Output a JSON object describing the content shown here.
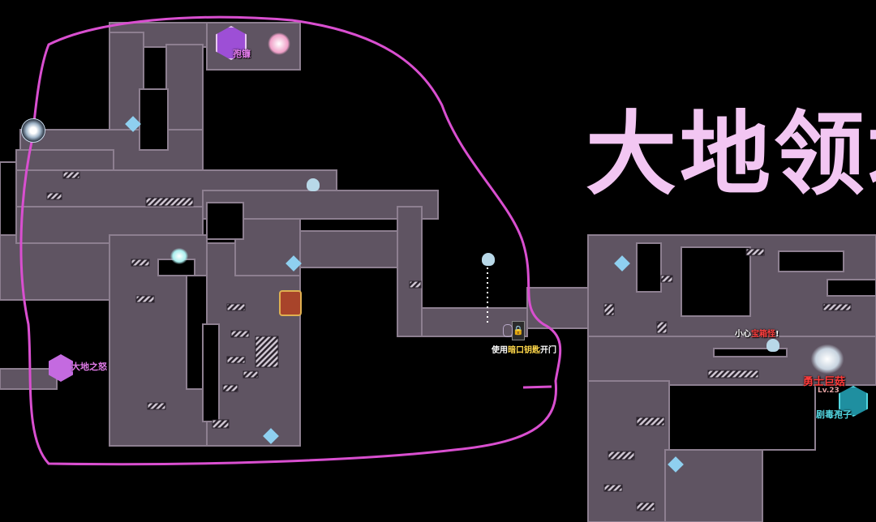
{
  "region_title": "大地领域",
  "labels": {
    "spore_scythe": "孢镰",
    "earth_wrath": "大地之怒",
    "door_hint_prefix": "使用",
    "door_hint_key": "暗口钥匙",
    "door_hint_suffix": "开门",
    "mimic_warning_prefix": "小心",
    "mimic_warning_key": "宝箱怪",
    "mimic_warning_suffix": "!",
    "boss_name": "勇士巨菇",
    "boss_level": "Lv.23",
    "toxic_spore": "剧毒孢子"
  },
  "colors": {
    "floor": "#5f5462",
    "route_line": "#d94fd0",
    "title": "#f2c6f2",
    "boss_red": "#ff3b3b",
    "key_yellow": "#ffd84a",
    "skill_pink": "#e07be8",
    "skill_cyan": "#52d6e0"
  }
}
